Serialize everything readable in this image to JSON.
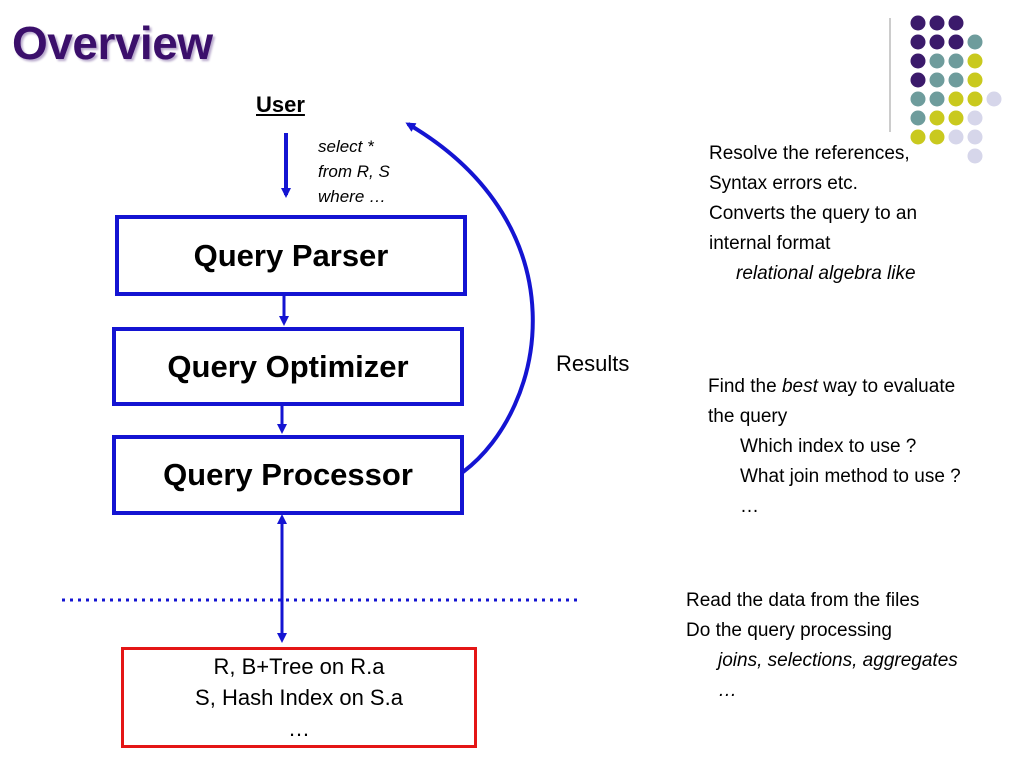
{
  "slide": {
    "title": "Overview"
  },
  "diagram": {
    "user_label": "User",
    "query_lines": [
      "select *",
      "from R, S",
      "where …"
    ],
    "boxes": {
      "parser": "Query Parser",
      "optimizer": "Query Optimizer",
      "processor": "Query Processor"
    },
    "results_label": "Results",
    "storage_lines": [
      "R, B+Tree on R.a",
      "S, Hash Index on S.a",
      "…"
    ]
  },
  "notes": {
    "parser": {
      "lines": [
        "Resolve the references,",
        "Syntax errors etc.",
        "Converts the query to an",
        "internal format"
      ],
      "sub": "relational algebra like"
    },
    "optimizer": {
      "line1_pre": "Find the ",
      "line1_em": "best",
      "line1_post": " way to evaluate",
      "line2": "the query",
      "subs": [
        "Which index to use ?",
        "What join method to use ?",
        "…"
      ]
    },
    "processor": {
      "lines": [
        "Read the data from the files",
        "Do the query processing"
      ],
      "subs": [
        "joins, selections, aggregates",
        "…"
      ]
    }
  },
  "colors": {
    "title": "#3b0f6b",
    "arrow_blue": "#1414d2",
    "storage_border": "#e41616",
    "dot_purple": "#3b1a6b",
    "dot_teal": "#6e9c9c",
    "dot_yellow": "#c9c91e",
    "dot_lavender": "#d6d6ea"
  }
}
